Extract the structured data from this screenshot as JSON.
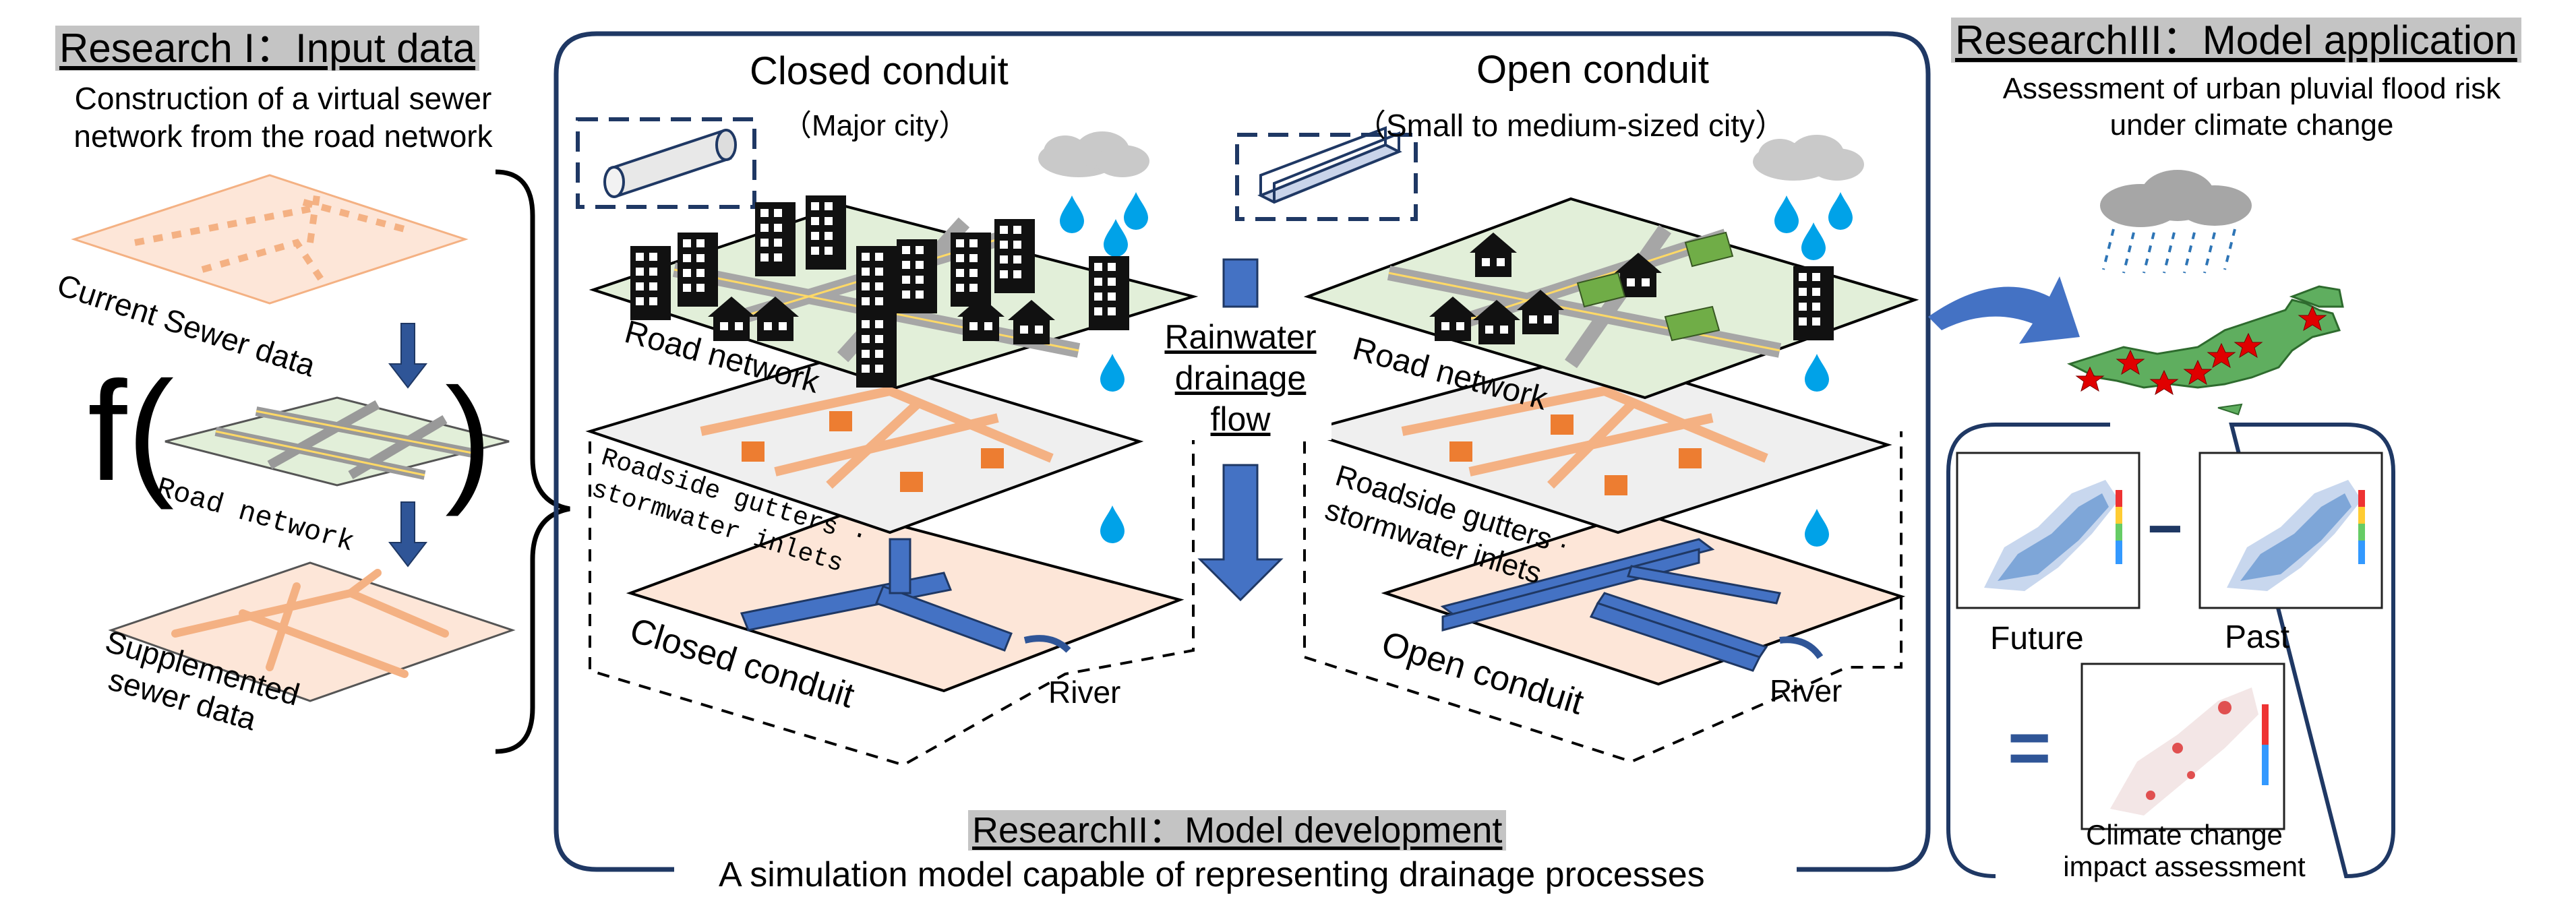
{
  "research1": {
    "title": "Research I：Input data",
    "subtitle_line1": "Construction of a virtual sewer",
    "subtitle_line2": "network from the road network",
    "current_sewer_label": "Current Sewer data",
    "function_label": "f(",
    "function_close": ")",
    "road_network_label": "Road network",
    "supplemented_line1": "Supplemented",
    "supplemented_line2": "sewer data"
  },
  "research2": {
    "closed_title": "Closed conduit",
    "closed_subtitle": "（Major city）",
    "open_title": "Open conduit",
    "open_subtitle": "（Small to medium-sized city）",
    "road_network_label": "Road network",
    "gutters_line1": "Roadside gutters ·",
    "gutters_line2": "stormwater inlets",
    "closed_conduit_label": "Closed conduit",
    "open_conduit_label": "Open conduit",
    "river_label": "River",
    "flow_line1": "Rainwater",
    "flow_line2": "drainage",
    "flow_line3": "flow",
    "footer_title": "ResearchII：Model development",
    "footer_subtitle": "A simulation model capable of representing drainage processes"
  },
  "research3": {
    "title": "ResearchIII：Model application",
    "subtitle_line1": "Assessment of urban pluvial flood risk",
    "subtitle_line2": "under climate change",
    "minus_sign": "−",
    "future_label": "Future",
    "past_label": "Past",
    "equals_sign": "=",
    "impact_line1": "Climate change",
    "impact_line2": "impact assessment"
  },
  "colors": {
    "frame": "#1f3864",
    "sewer_orange": "#f4b183",
    "layer_peach": "#fde6d8",
    "road_green": "#e2efd9",
    "pipe_blue": "#4472c4",
    "drop_blue": "#00a2e8",
    "header_gray": "#c4c4c4"
  },
  "icons": [
    "building-icon",
    "house-icon",
    "rain-cloud-icon",
    "water-drop-icon",
    "pipe-icon",
    "channel-icon",
    "arrow-icon",
    "japan-map-icon",
    "flood-map-icon"
  ]
}
